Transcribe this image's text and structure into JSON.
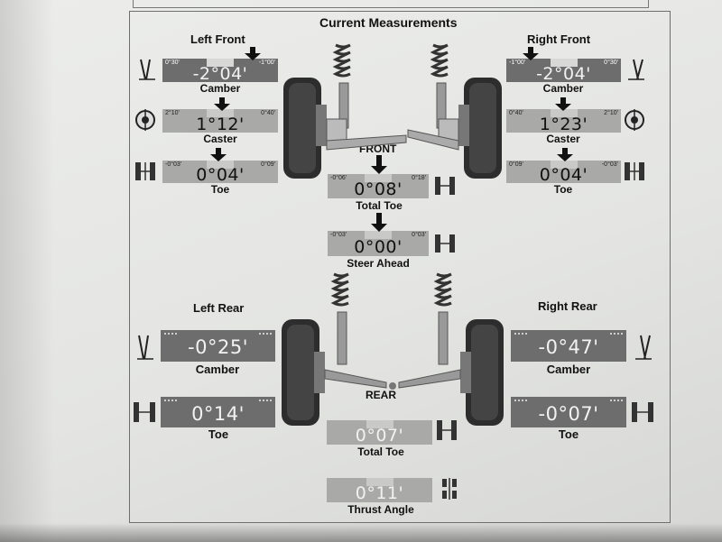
{
  "title": "Current Measurements",
  "sections": {
    "left_front": "Left Front",
    "right_front": "Right Front",
    "left_rear": "Left Rear",
    "right_rear": "Right Rear"
  },
  "labels": {
    "front": "FRONT",
    "rear": "REAR"
  },
  "readouts": {
    "lf_camber": {
      "label": "Camber",
      "value": "-2°04'",
      "min": "0°30'",
      "max": "-1°00'"
    },
    "lf_caster": {
      "label": "Caster",
      "value": "1°12'",
      "min": "2°10'",
      "max": "0°40'"
    },
    "lf_toe": {
      "label": "Toe",
      "value": "0°04'",
      "min": "-0°03'",
      "max": "0°09'"
    },
    "rf_camber": {
      "label": "Camber",
      "value": "-2°04'",
      "min": "-1°00'",
      "max": "0°30'"
    },
    "rf_caster": {
      "label": "Caster",
      "value": "1°23'",
      "min": "0°40'",
      "max": "2°10'"
    },
    "rf_toe": {
      "label": "Toe",
      "value": "0°04'",
      "min": "0°09'",
      "max": "-0°03'"
    },
    "front_total_toe": {
      "label": "Total Toe",
      "value": "0°08'",
      "min": "-0°06'",
      "max": "0°18'"
    },
    "steer_ahead": {
      "label": "Steer Ahead",
      "value": "0°00'",
      "min": "-0°03'",
      "max": "0°03'"
    },
    "lr_camber": {
      "label": "Camber",
      "value": "-0°25'"
    },
    "lr_toe": {
      "label": "Toe",
      "value": "0°14'"
    },
    "rr_camber": {
      "label": "Camber",
      "value": "-0°47'"
    },
    "rr_toe": {
      "label": "Toe",
      "value": "-0°07'"
    },
    "rear_total_toe": {
      "label": "Total Toe",
      "value": "0°07'"
    },
    "thrust_angle": {
      "label": "Thrust Angle",
      "value": "0°11'"
    }
  },
  "icons": [
    "camber-icon",
    "caster-icon",
    "toe-icon",
    "wheel-icon",
    "suspension-strut-icon"
  ],
  "colors": {
    "bar_dark": "#6d6d6d",
    "bar_light": "#a9a9a7",
    "paper": "#e6e7e4"
  }
}
